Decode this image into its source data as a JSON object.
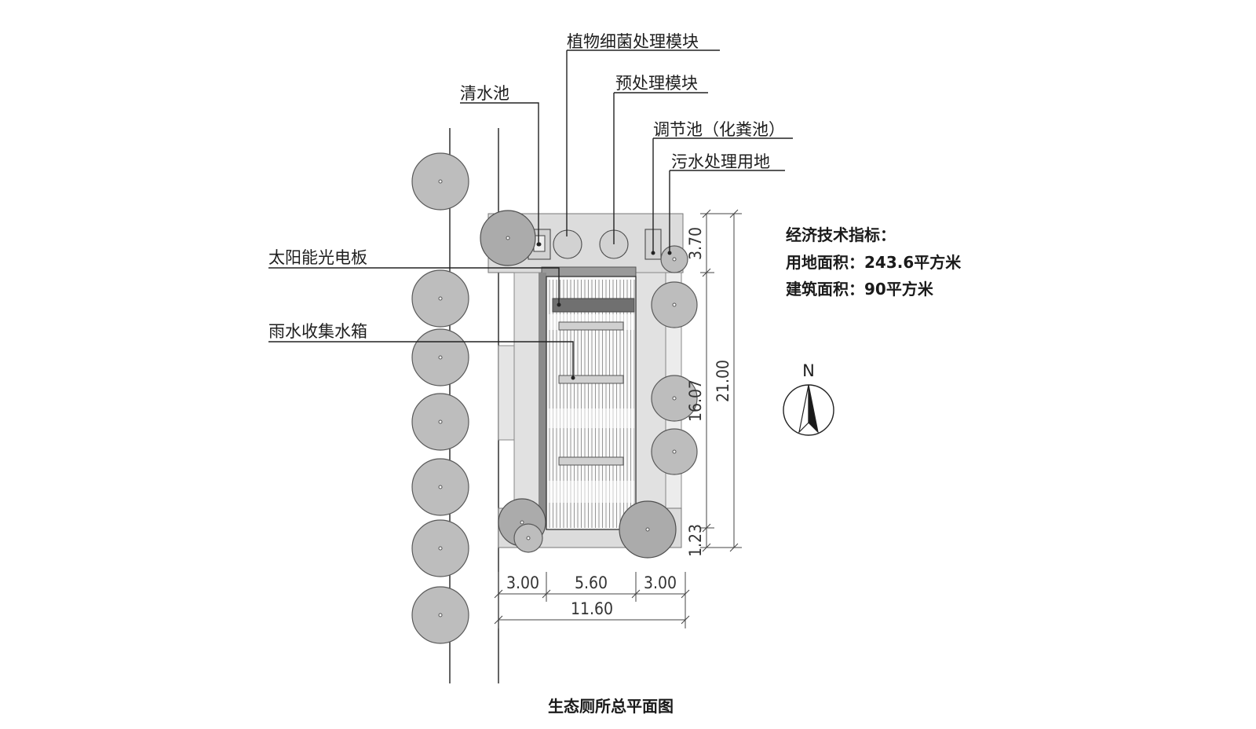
{
  "title": "生态厕所总平面图",
  "labels": {
    "bacteria_module": "植物细菌处理模块",
    "clear_pool": "清水池",
    "pretreat_module": "预处理模块",
    "septic": "调节池（化粪池）",
    "sewage_land": "污水处理用地",
    "solar": "太阳能光电板",
    "rain_tank": "雨水收集水箱"
  },
  "indicators": {
    "heading": "经济技术指标：",
    "land_area": "用地面积：243.6平方米",
    "building_area": "建筑面积：90平方米"
  },
  "dimensions": {
    "top_strip": "3.70",
    "total_height": "21.00",
    "building_len": "16.07",
    "bottom_strip": "1.23",
    "left_setback": "3.00",
    "building_width": "5.60",
    "right_setback": "3.00",
    "total_width": "11.60"
  },
  "north": "N",
  "colors": {
    "tree": "#bdbdbd",
    "paving": "#dcdcdc",
    "solar_bar": "#707070",
    "line": "#222222"
  }
}
